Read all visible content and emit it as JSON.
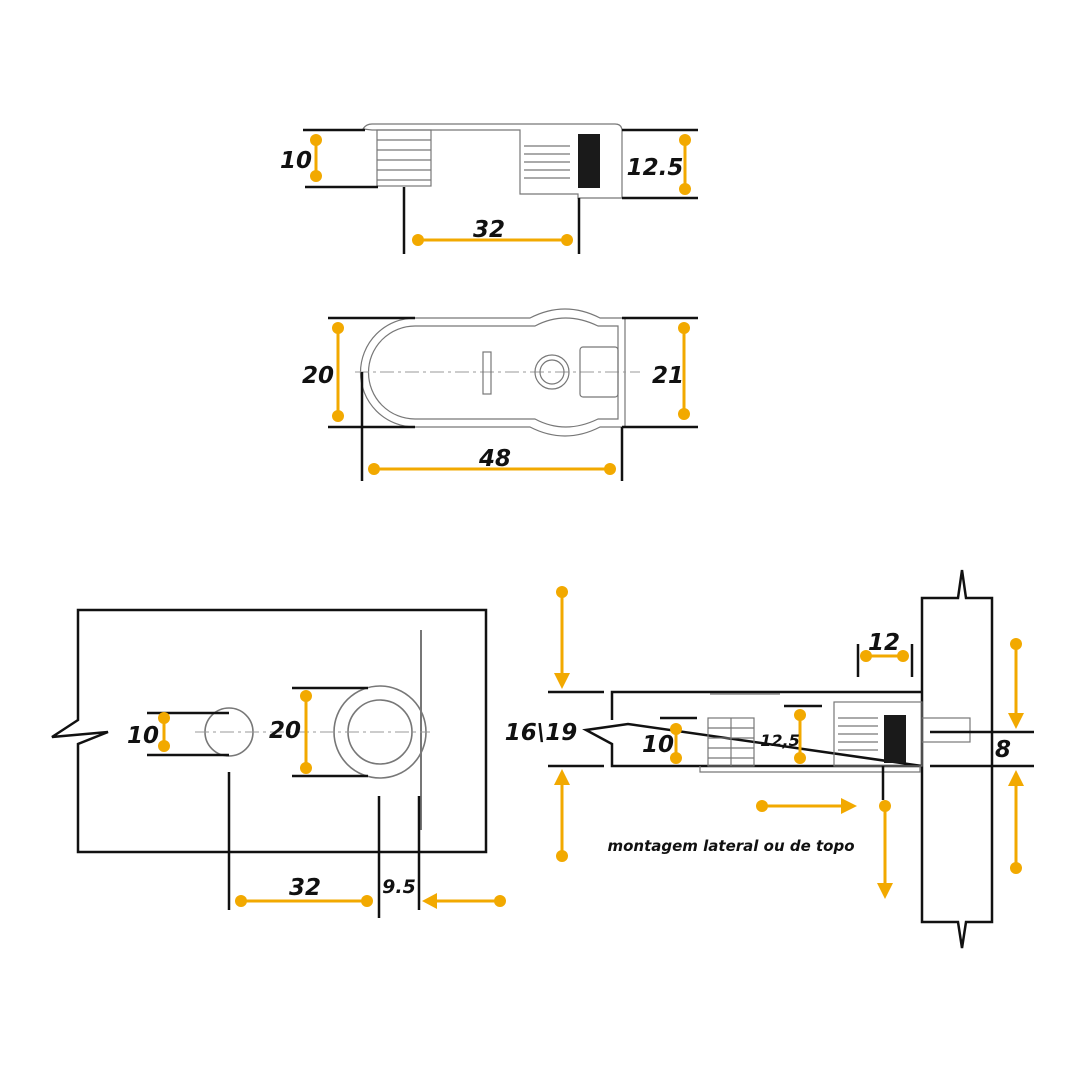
{
  "colors": {
    "accent": "#f2a900",
    "line": "#111111",
    "part_outline": "#777777"
  },
  "top_side_view": {
    "dim_left_height": "10",
    "dim_right_height": "12.5",
    "dim_spacing": "32"
  },
  "top_plan_view": {
    "dim_left_height": "20",
    "dim_right_height": "21",
    "dim_length": "48"
  },
  "drilling_view": {
    "dim_small_hole": "10",
    "dim_large_hole": "20",
    "dim_spacing": "32",
    "dim_edge_offset": "9.5"
  },
  "assembly_view": {
    "dim_panel_thickness": "16\\19",
    "dim_small_body": "10",
    "dim_large_body": "12,5",
    "dim_top_width": "12",
    "dim_pin": "8",
    "note": "montagem lateral ou de topo"
  }
}
